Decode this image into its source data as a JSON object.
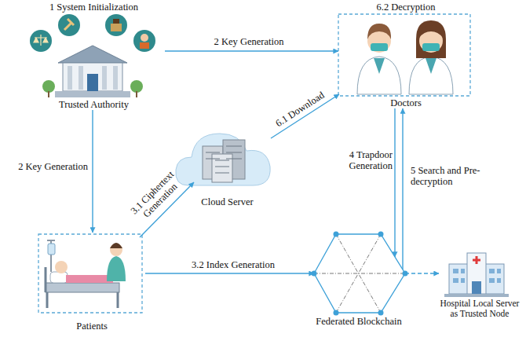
{
  "diagram": {
    "nodes": [
      {
        "text": [
          "1 System Initialization",
          "Trusted Authority"
        ]
      },
      {
        "text": [
          "6.2 Decryption",
          "Doctors"
        ]
      },
      {
        "text": [
          "Cloud Server"
        ]
      },
      {
        "text": [
          "Patients"
        ]
      },
      {
        "text": [
          "Federated Blockchain"
        ]
      },
      {
        "text": [
          "Hospital Local Server as Trusted Node"
        ]
      }
    ],
    "edges": [
      {
        "from": 0,
        "to": 1,
        "arrow": "to",
        "label": "2 Key Generation"
      },
      {
        "from": 0,
        "to": 3,
        "arrow": "to",
        "label": "2 Key Generation"
      },
      {
        "from": 3,
        "to": 2,
        "arrow": "to",
        "label": "3.1 Ciphertext Generation"
      },
      {
        "from": 3,
        "to": 4,
        "arrow": "to",
        "label": "3.2 Index Generation"
      },
      {
        "from": 2,
        "to": 1,
        "arrow": "to",
        "label": "6.1 Download"
      },
      {
        "from": 1,
        "to": 4,
        "arrow": "to",
        "label": "4 Trapdoor Generation"
      },
      {
        "from": 4,
        "to": 1,
        "arrow": "to",
        "label": "5 Search and Pre-decryption"
      },
      {
        "from": 4,
        "to": 5,
        "arrow": "to"
      }
    ]
  }
}
